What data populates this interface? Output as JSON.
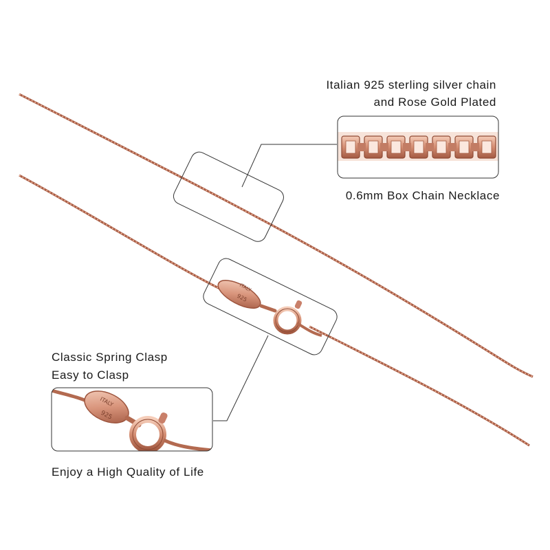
{
  "captions": {
    "material_line1": "Italian 925 sterling silver chain",
    "material_line2": "and Rose Gold Plated",
    "chain_type": "0.6mm Box Chain Necklace",
    "clasp_line1": "Classic Spring Clasp",
    "clasp_line2": "Easy to Clasp",
    "tagline": "Enjoy a High Quality of Life"
  },
  "clasp_tag": {
    "origin": "ITALY",
    "purity": "925"
  },
  "colors": {
    "rose_gold": "#d9957c",
    "rose_gold_dark": "#a85d45",
    "rose_gold_light": "#f3c9b6",
    "callout_outline": "#333333"
  }
}
